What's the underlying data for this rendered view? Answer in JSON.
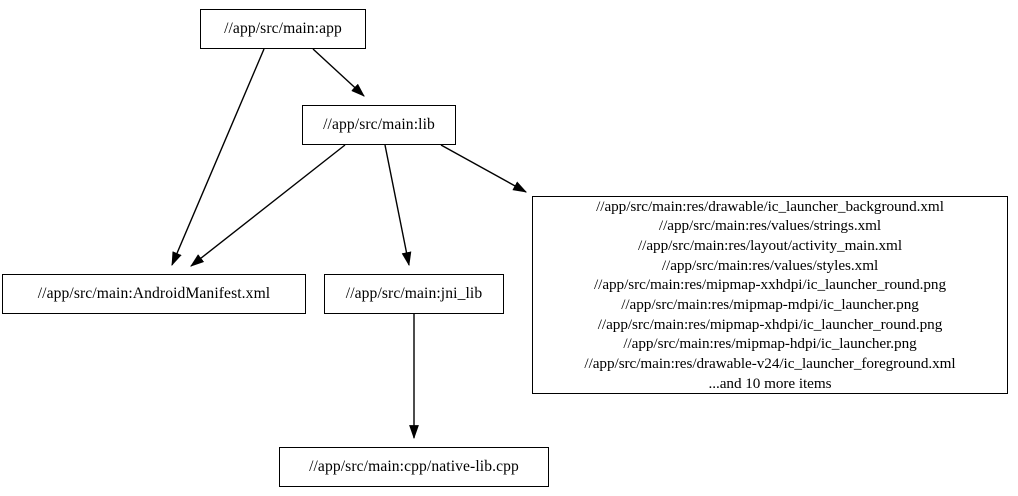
{
  "graph": {
    "type": "directed-dependency-graph",
    "background_color": "#ffffff",
    "node_border_color": "#000000",
    "edge_color": "#000000",
    "nodes": [
      {
        "id": "app",
        "label": "//app/src/main:app"
      },
      {
        "id": "lib",
        "label": "//app/src/main:lib"
      },
      {
        "id": "manifest",
        "label": "//app/src/main:AndroidManifest.xml"
      },
      {
        "id": "jni_lib",
        "label": "//app/src/main:jni_lib"
      },
      {
        "id": "res",
        "label": "//app/src/main:res/drawable/ic_launcher_background.xml\n//app/src/main:res/values/strings.xml\n//app/src/main:res/layout/activity_main.xml\n//app/src/main:res/values/styles.xml\n//app/src/main:res/mipmap-xxhdpi/ic_launcher_round.png\n//app/src/main:res/mipmap-mdpi/ic_launcher.png\n//app/src/main:res/mipmap-xhdpi/ic_launcher_round.png\n//app/src/main:res/mipmap-hdpi/ic_launcher.png\n//app/src/main:res/drawable-v24/ic_launcher_foreground.xml\n...and 10 more items",
        "lines": [
          "//app/src/main:res/drawable/ic_launcher_background.xml",
          "//app/src/main:res/values/strings.xml",
          "//app/src/main:res/layout/activity_main.xml",
          "//app/src/main:res/values/styles.xml",
          "//app/src/main:res/mipmap-xxhdpi/ic_launcher_round.png",
          "//app/src/main:res/mipmap-mdpi/ic_launcher.png",
          "//app/src/main:res/mipmap-xhdpi/ic_launcher_round.png",
          "//app/src/main:res/mipmap-hdpi/ic_launcher.png",
          "//app/src/main:res/drawable-v24/ic_launcher_foreground.xml",
          "...and 10 more items"
        ]
      },
      {
        "id": "native_lib",
        "label": "//app/src/main:cpp/native-lib.cpp"
      }
    ],
    "edges": [
      {
        "from": "app",
        "to": "manifest"
      },
      {
        "from": "app",
        "to": "lib"
      },
      {
        "from": "lib",
        "to": "manifest"
      },
      {
        "from": "lib",
        "to": "jni_lib"
      },
      {
        "from": "lib",
        "to": "res"
      },
      {
        "from": "jni_lib",
        "to": "native_lib"
      }
    ]
  }
}
